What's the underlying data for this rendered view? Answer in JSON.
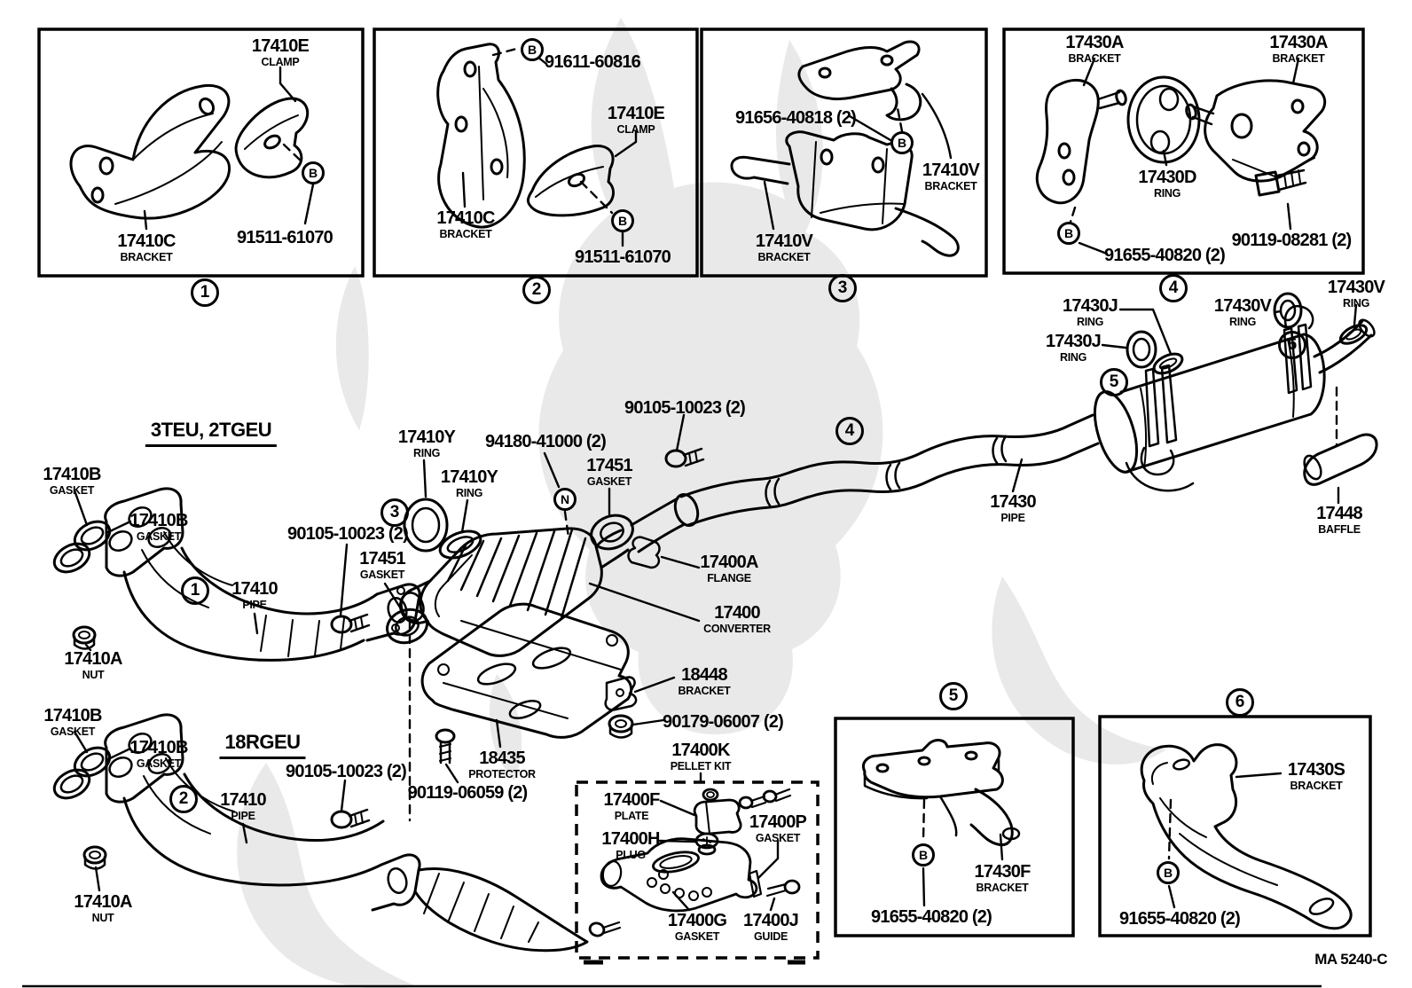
{
  "doc": {
    "code": "MA 5240-C"
  },
  "headers": {
    "variant1": "3TEU, 2TGEU",
    "variant2": "18RGEU"
  },
  "refs": {
    "b": "B",
    "n": "N"
  },
  "nums": {
    "n1": "1",
    "n2": "2",
    "n3": "3",
    "n4": "4",
    "n5": "5",
    "n6": "6"
  },
  "colors": {
    "ink": "#000000",
    "paper": "#ffffff",
    "watermark": "#e9e9e9"
  },
  "callouts": {
    "p1_clamp": {
      "code": "17410E",
      "name": "CLAMP"
    },
    "p1_bracket": {
      "code": "17410C",
      "name": "BRACKET"
    },
    "p1_bolt": {
      "code": "91511-61070"
    },
    "p2_bolt_top": {
      "code": "91611-60816"
    },
    "p2_clamp": {
      "code": "17410E",
      "name": "CLAMP"
    },
    "p2_bracket": {
      "code": "17410C",
      "name": "BRACKET"
    },
    "p2_bolt": {
      "code": "91511-61070"
    },
    "p3_bolt": {
      "code": "91656-40818 (2)"
    },
    "p3_bracket_r": {
      "code": "17410V",
      "name": "BRACKET"
    },
    "p3_bracket_l": {
      "code": "17410V",
      "name": "BRACKET"
    },
    "p4_bracket_l": {
      "code": "17430A",
      "name": "BRACKET"
    },
    "p4_bracket_r": {
      "code": "17430A",
      "name": "BRACKET"
    },
    "p4_ring": {
      "code": "17430D",
      "name": "RING"
    },
    "p4_bolt_b": {
      "code": "91655-40820 (2)"
    },
    "p4_bolt": {
      "code": "90119-08281 (2)"
    },
    "m_gasket1a": {
      "code": "17410B",
      "name": "GASKET"
    },
    "m_gasket1b": {
      "code": "17410B",
      "name": "GASKET"
    },
    "m_pipe1": {
      "code": "17410",
      "name": "PIPE"
    },
    "m_nut1": {
      "code": "17410A",
      "name": "NUT"
    },
    "m_bolt1": {
      "code": "90105-10023 (2)"
    },
    "m_ringy1": {
      "code": "17410Y",
      "name": "RING"
    },
    "m_ringy2": {
      "code": "17410Y",
      "name": "RING"
    },
    "m_gasket451a": {
      "code": "17451",
      "name": "GASKET"
    },
    "m_gasket451b": {
      "code": "17451",
      "name": "GASKET"
    },
    "m_sensor": {
      "code": "94180-41000 (2)"
    },
    "m_bolt_top": {
      "code": "90105-10023 (2)"
    },
    "m_flange": {
      "code": "17400A",
      "name": "FLANGE"
    },
    "m_converter": {
      "code": "17400",
      "name": "CONVERTER"
    },
    "m_bracket18448": {
      "code": "18448",
      "name": "BRACKET"
    },
    "m_nut90179": {
      "code": "90179-06007 (2)"
    },
    "m_pellet": {
      "code": "17400K",
      "name": "PELLET KIT"
    },
    "m_protector": {
      "code": "18435",
      "name": "PROTECTOR"
    },
    "m_bolt90119": {
      "code": "90119-06059 (2)"
    },
    "m_bolt2": {
      "code": "90105-10023 (2)"
    },
    "m_gasket2a": {
      "code": "17410B",
      "name": "GASKET"
    },
    "m_gasket2b": {
      "code": "17410B",
      "name": "GASKET"
    },
    "m_pipe2": {
      "code": "17410",
      "name": "PIPE"
    },
    "m_nut2": {
      "code": "17410A",
      "name": "NUT"
    },
    "m_pipe17430": {
      "code": "17430",
      "name": "PIPE"
    },
    "m_ringj1": {
      "code": "17430J",
      "name": "RING"
    },
    "m_ringj2": {
      "code": "17430J",
      "name": "RING"
    },
    "m_ringv1": {
      "code": "17430V",
      "name": "RING"
    },
    "m_ringv2": {
      "code": "17430V",
      "name": "RING"
    },
    "m_baffle": {
      "code": "17448",
      "name": "BAFFLE"
    },
    "p5_bracket": {
      "code": "17430F",
      "name": "BRACKET"
    },
    "p5_bolt": {
      "code": "91655-40820 (2)"
    },
    "p6_bracket": {
      "code": "17430S",
      "name": "BRACKET"
    },
    "p6_bolt": {
      "code": "91655-40820 (2)"
    },
    "k_plate": {
      "code": "17400F",
      "name": "PLATE"
    },
    "k_plug": {
      "code": "17400H",
      "name": "PLUG"
    },
    "k_gasket_p": {
      "code": "17400P",
      "name": "GASKET"
    },
    "k_gasket_g": {
      "code": "17400G",
      "name": "GASKET"
    },
    "k_guide": {
      "code": "17400J",
      "name": "GUIDE"
    }
  }
}
